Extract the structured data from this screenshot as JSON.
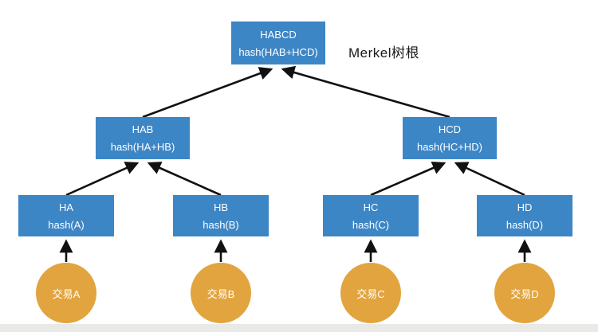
{
  "caption": "Merkel树根",
  "colors": {
    "node_blue": "#3d86c6",
    "leaf_orange": "#e2a43e",
    "arrow_black": "#111111",
    "text_white": "#ffffff",
    "caption_black": "#1a1a1a",
    "footer_gray": "#e9e9e7"
  },
  "tree": {
    "root": {
      "label": "HABCD",
      "hash": "hash(HAB+HCD)"
    },
    "internal": [
      {
        "label": "HAB",
        "hash": "hash(HA+HB)"
      },
      {
        "label": "HCD",
        "hash": "hash(HC+HD)"
      }
    ],
    "leaf_hashes": [
      {
        "label": "HA",
        "hash": "hash(A)"
      },
      {
        "label": "HB",
        "hash": "hash(B)"
      },
      {
        "label": "HC",
        "hash": "hash(C)"
      },
      {
        "label": "HD",
        "hash": "hash(D)"
      }
    ],
    "transactions": [
      {
        "label": "交易A"
      },
      {
        "label": "交易B"
      },
      {
        "label": "交易C"
      },
      {
        "label": "交易D"
      }
    ]
  }
}
